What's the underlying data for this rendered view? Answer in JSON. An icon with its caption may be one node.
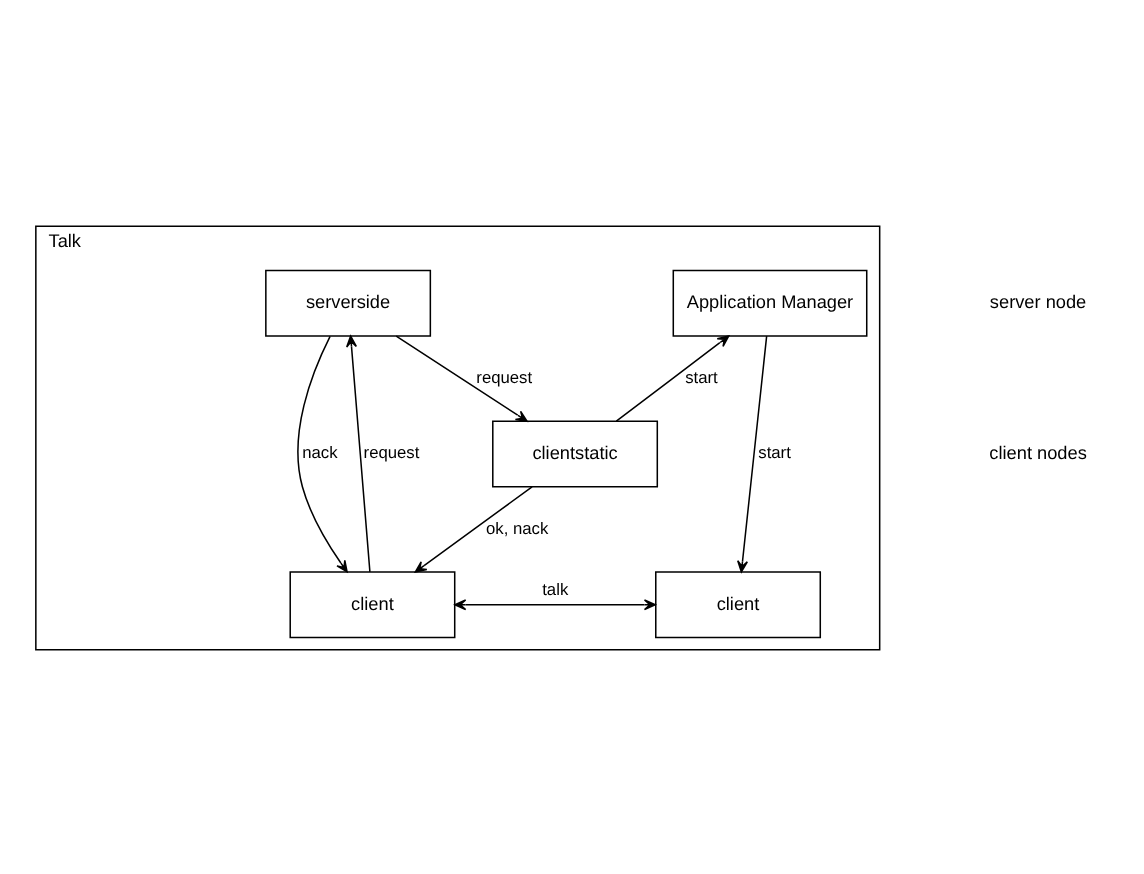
{
  "diagram": {
    "nodes": [
      {
        "text": [
          "Talk"
        ]
      },
      {
        "text": [
          "serverside"
        ],
        "in": 0
      },
      {
        "text": [
          "Application Manager"
        ],
        "in": 0
      },
      {
        "text": [
          "clientstatic"
        ],
        "in": 0
      },
      {
        "text": [
          "client"
        ],
        "in": 0
      },
      {
        "text": [
          "client"
        ],
        "in": 0
      }
    ],
    "edges": [
      {
        "from": 4,
        "to": 1,
        "arrow": "to",
        "label": "request"
      },
      {
        "from": 1,
        "to": 4,
        "arrow": "to",
        "label": "nack"
      },
      {
        "from": 1,
        "to": 3,
        "arrow": "to",
        "label": "request"
      },
      {
        "from": 3,
        "to": 2,
        "arrow": "to",
        "label": "start"
      },
      {
        "from": 2,
        "to": 5,
        "arrow": "to",
        "label": "start"
      },
      {
        "from": 3,
        "to": 4,
        "arrow": "to",
        "label": "ok, nack"
      },
      {
        "from": 4,
        "to": 5,
        "arrow": "both",
        "label": "talk"
      }
    ],
    "labels": [
      "server node",
      "client nodes"
    ]
  }
}
